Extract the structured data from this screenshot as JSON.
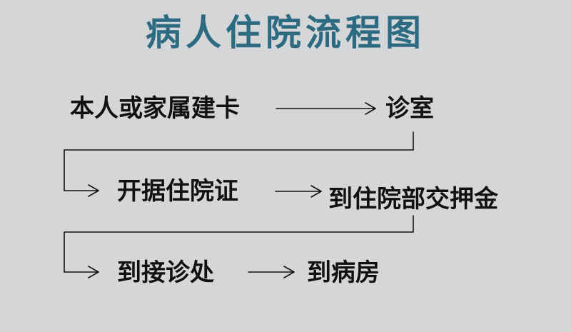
{
  "title": "病人住院流程图",
  "steps": [
    "本人或家属建卡",
    "诊室",
    "开据住院证",
    "到住院部交押金",
    "到接诊处",
    "到病房"
  ],
  "colors": {
    "background": "#d5d6d8",
    "title": "#2d6b82",
    "text": "#111111",
    "lines": "#111111"
  }
}
